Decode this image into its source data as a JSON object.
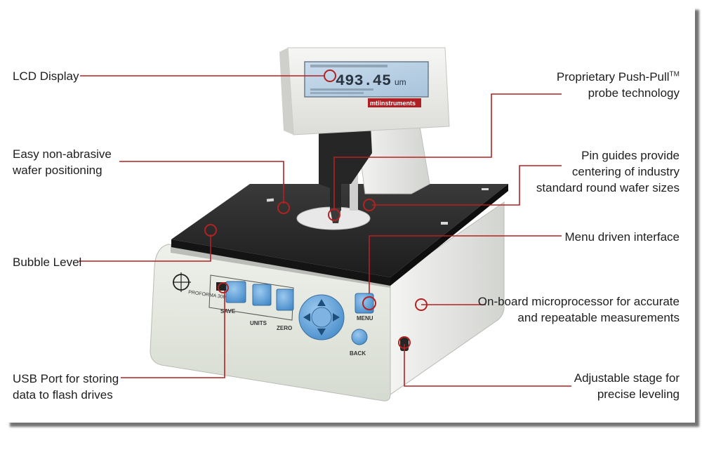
{
  "labels": {
    "lcd_display": "LCD Display",
    "push_pull_line1": "Proprietary Push-Pull",
    "push_pull_tm": "TM",
    "push_pull_line2": "probe technology",
    "wafer_line1": "Easy non-abrasive",
    "wafer_line2": "wafer positioning",
    "pin_line1": "Pin guides provide",
    "pin_line2": "centering of industry",
    "pin_line3": "standard round wafer sizes",
    "bubble_level": "Bubble Level",
    "menu_interface": "Menu driven interface",
    "micro_line1": "On-board microprocessor for accurate",
    "micro_line2": "and repeatable measurements",
    "usb_line1": "USB Port for storing",
    "usb_line2": "data to flash drives",
    "stage_line1": "Adjustable stage for",
    "stage_line2": "precise leveling"
  },
  "device": {
    "lcd_value": "493.45",
    "lcd_unit": "um",
    "brand": "mtiinstruments",
    "model": "PROFORMA 300i",
    "buttons": {
      "save": "SAVE",
      "units": "UNITS",
      "zero": "ZERO",
      "menu": "MENU",
      "back": "BACK"
    }
  },
  "colors": {
    "callout": "#b22222",
    "base": "#e4e8e0",
    "stage": "#2a2a2a",
    "button_blue": "#5aa0d8"
  }
}
